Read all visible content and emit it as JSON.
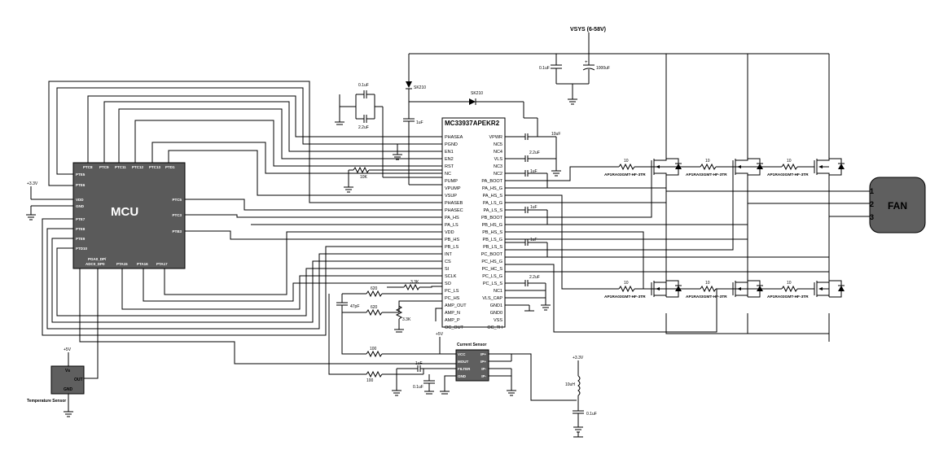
{
  "power": {
    "vsys": "VSYS (6-58V)",
    "v33": "+3.3V",
    "v5": "+5V"
  },
  "mcu": {
    "title": "MCU",
    "pins_top": [
      "PTC8",
      "PTC9",
      "PTC11",
      "PTC12",
      "PTC13",
      "PTD1"
    ],
    "pins_left": [
      "PTE5",
      "PTE6",
      "VDD",
      "GND",
      "PTE7",
      "PTE8",
      "PTE9",
      "PTD10"
    ],
    "pins_right": [
      "PTC5",
      "PTC3",
      "PTB3"
    ],
    "pins_bottom": [
      "PGA0_DP/",
      "ADC0_DP0",
      "PTA15",
      "PTA16",
      "PTA17"
    ]
  },
  "driver": {
    "title": "MC33937APEKR2",
    "left_pins": [
      "PHASEA",
      "PGND",
      "EN1",
      "EN2",
      "RST",
      "NC",
      "PUMP",
      "VPUMP",
      "VSUP",
      "PHASEB",
      "PHASEC",
      "PA_HS",
      "PA_LS",
      "VDD",
      "PB_HS",
      "PB_LS",
      "INT",
      "CS",
      "SI",
      "SCLK",
      "SO",
      "PC_LS",
      "PC_HS",
      "AMP_OUT",
      "AMP_N",
      "AMP_P",
      "OC_OUT"
    ],
    "right_pins": [
      "VPWR",
      "NC5",
      "NC4",
      "VLS",
      "NC3",
      "NC2",
      "PA_BOOT",
      "PA_HS_G",
      "PA_HS_S",
      "PA_LS_G",
      "PA_LS_S",
      "PB_BOOT",
      "PB_HS_G",
      "PB_HS_S",
      "PB_LS_G",
      "PB_LS_S",
      "PC_BOOT",
      "PC_HS_G",
      "PC_HC_S",
      "PC_LS_G",
      "PC_LS_S",
      "NC1",
      "VLS_CAP",
      "GND1",
      "GND0",
      "VSS",
      "OC_TH"
    ]
  },
  "components": {
    "c_boot_top": "0.1uF",
    "c_boot_bot": "2.2uF",
    "diode1": "SK210",
    "diode2": "SK210",
    "c_1uf": "1uF",
    "r_10k": "10K",
    "c_bulk_small": "0.1uF",
    "c_bulk_large": "1000uF",
    "c_vpwr": "10uF",
    "c_vls": "2.2uF",
    "c_boot_a": "1uF",
    "c_boot_b": "1uF",
    "c_boot_c": "1uF",
    "c_vlscap": "2.2uF",
    "r_620_a": "620",
    "r_620_b": "620",
    "r_33k_a": "3.3K",
    "r_33k_b": "3.3K",
    "c_47pf": "47pF",
    "r_100_a": "100",
    "r_100_b": "100",
    "c_cs_1uf": "1uF",
    "c_cs_01uf": "0.1uF",
    "l_10uh": "10uH",
    "c_33v_01uf": "0.1uF",
    "r_gate": "10"
  },
  "mosfets": {
    "high": [
      "AP1RA03GMT-HF-3TR",
      "AP1RA03GMT-HF-3TR",
      "AP1RA03GMT-HF-3TR"
    ],
    "low": [
      "AP1RA03GMT-HF-3TR",
      "AP1RA03GMT-HF-3TR",
      "AP1RA03GMT-HF-3TR"
    ]
  },
  "fan": {
    "label": "FAN",
    "pins": [
      "1",
      "2",
      "3"
    ]
  },
  "temp_sensor": {
    "caption": "Temperature Sensor",
    "vs": "Vs",
    "out": "OUT",
    "gnd": "GND"
  },
  "current_sensor": {
    "caption": "Current Sensor",
    "left": [
      "VCC",
      "MOUT",
      "FILTER",
      "GND"
    ],
    "right": [
      "IP+",
      "IP+",
      "IP-",
      "IP-"
    ]
  }
}
